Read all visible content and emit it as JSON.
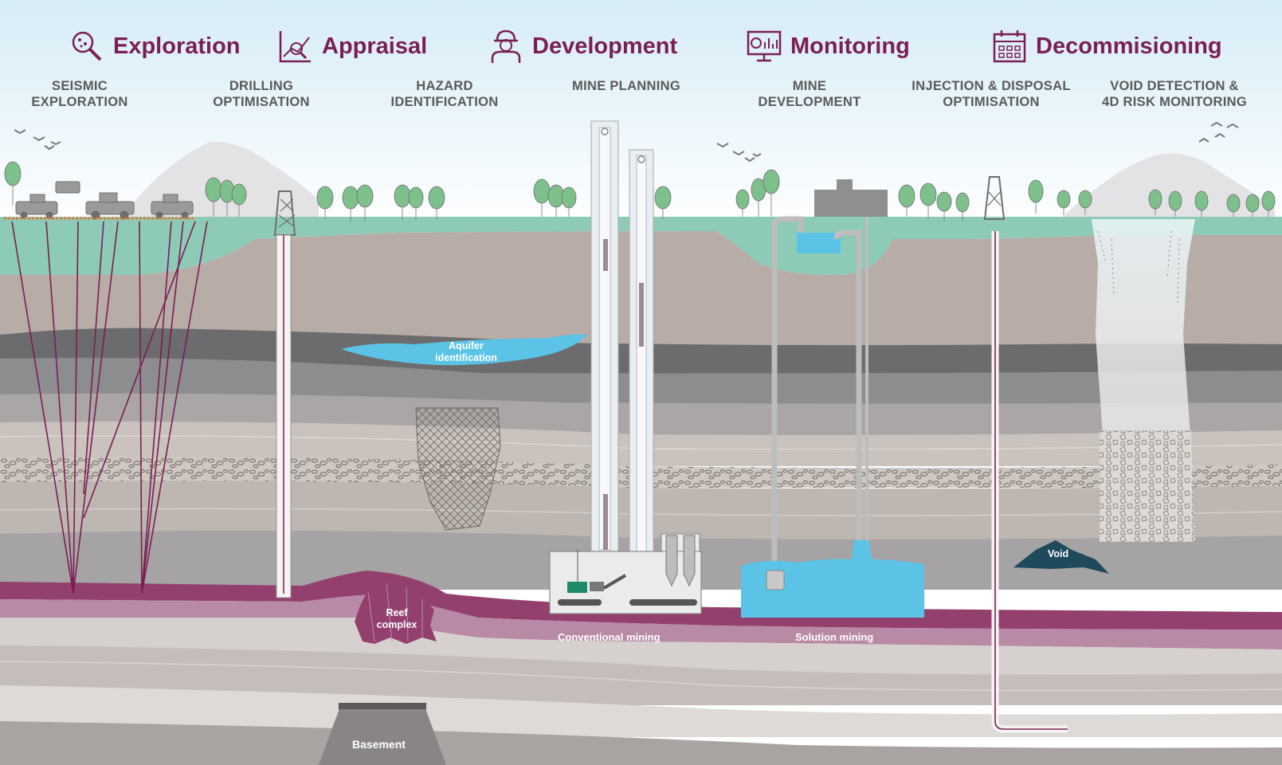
{
  "phases": [
    {
      "title": "Exploration",
      "icon": "magnifier-rock-icon"
    },
    {
      "title": "Appraisal",
      "icon": "chart-magnifier-icon"
    },
    {
      "title": "Development",
      "icon": "worker-hardhat-icon"
    },
    {
      "title": "Monitoring",
      "icon": "monitor-dashboard-icon"
    },
    {
      "title": "Decommisioning",
      "icon": "calendar-icon"
    }
  ],
  "stages": [
    {
      "line1": "SEISMIC",
      "line2": "EXPLORATION"
    },
    {
      "line1": "DRILLING",
      "line2": "OPTIMISATION"
    },
    {
      "line1": "HAZARD",
      "line2": "IDENTIFICATION"
    },
    {
      "line1": "MINE PLANNING",
      "line2": ""
    },
    {
      "line1": "MINE",
      "line2": "DEVELOPMENT"
    },
    {
      "line1": "INJECTION & DISPOSAL",
      "line2": "OPTIMISATION"
    },
    {
      "line1": "VOID DETECTION &",
      "line2": "4D RISK MONITORING"
    }
  ],
  "labels": {
    "aquifer_line1": "Aquifer",
    "aquifer_line2": "identification",
    "reef_line1": "Reef",
    "reef_line2": "complex",
    "conventional": "Conventional mining",
    "solution": "Solution mining",
    "void": "Void",
    "basement": "Basement"
  },
  "colors": {
    "accent": "#7a1f52",
    "stage_text": "#5a5a5a",
    "sky_top": "#d6ecf7",
    "water": "#5bc4e6",
    "green_layer": "#8dcbb6",
    "reef": "#93406f",
    "void": "#1e4a5c"
  }
}
